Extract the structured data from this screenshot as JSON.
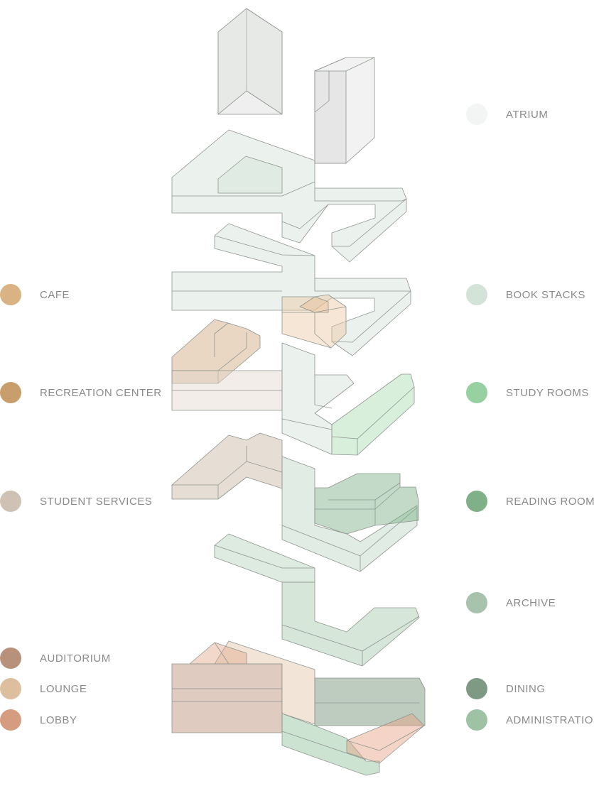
{
  "legend_left": [
    {
      "key": "cafe",
      "label": "CAFE",
      "color": "#D9B383"
    },
    {
      "key": "recreation-center",
      "label": "RECREATION CENTER",
      "color": "#C79E6C"
    },
    {
      "key": "student-services",
      "label": "STUDENT SERVICES",
      "color": "#CFC2B4"
    },
    {
      "key": "auditorium",
      "label": "AUDITORIUM",
      "color": "#B8917A"
    },
    {
      "key": "lounge",
      "label": "LOUNGE",
      "color": "#DDBE9F"
    },
    {
      "key": "lobby",
      "label": "LOBBY",
      "color": "#D59C80"
    }
  ],
  "legend_right": [
    {
      "key": "atrium",
      "label": "ATRIUM",
      "color": "#F2F5F3"
    },
    {
      "key": "book-stacks",
      "label": "BOOK STACKS",
      "color": "#D3E3D8"
    },
    {
      "key": "study-rooms",
      "label": "STUDY ROOMS",
      "color": "#97D1A1"
    },
    {
      "key": "reading-room",
      "label": "READING ROOM",
      "color": "#7FB088"
    },
    {
      "key": "archive",
      "label": "ARCHIVE",
      "color": "#A7C2AD"
    },
    {
      "key": "dining",
      "label": "DINING",
      "color": "#7F9A84"
    },
    {
      "key": "administration",
      "label": "ADMINISTRATION",
      "color": "#9DC2A4"
    }
  ]
}
